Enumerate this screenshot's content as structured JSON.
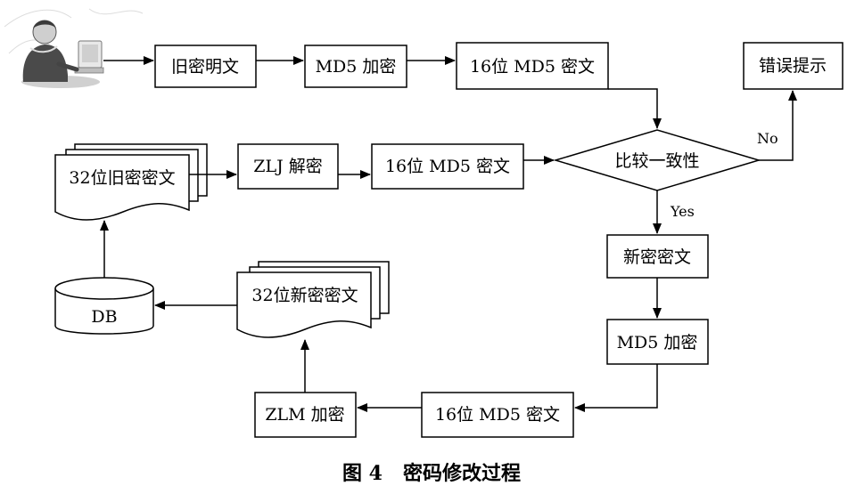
{
  "nodes": {
    "old_plain": "旧密明文",
    "md5_encrypt_1": "MD5 加密",
    "md5_16_1": "16位 MD5 密文",
    "error_tip": "错误提示",
    "old_cipher_32": "32位旧密密文",
    "zlj_decrypt": "ZLJ 解密",
    "md5_16_2": "16位 MD5 密文",
    "compare": "比较一致性",
    "new_cipher": "新密密文",
    "db": "DB",
    "new_cipher_32": "32位新密密文",
    "md5_encrypt_2": "MD5 加密",
    "zlm_encrypt": "ZLM 加密",
    "md5_16_3": "16位 MD5 密文"
  },
  "edges": {
    "no_label": "No",
    "yes_label": "Yes"
  },
  "caption": "图 4   密码修改过程",
  "icons": {
    "user": "user-at-computer-icon"
  }
}
